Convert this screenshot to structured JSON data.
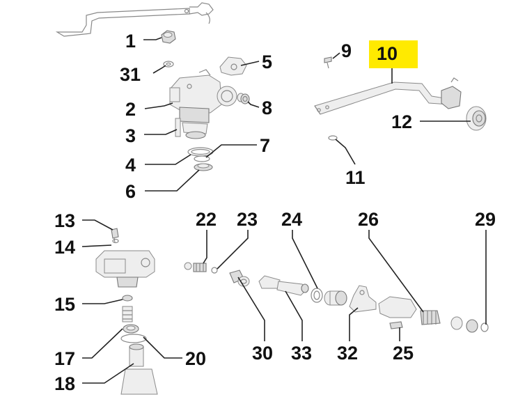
{
  "highlight_color": "#ffea00",
  "callouts": {
    "c1": "1",
    "c2": "2",
    "c3": "3",
    "c4": "4",
    "c5": "5",
    "c6": "6",
    "c7": "7",
    "c8": "8",
    "c9": "9",
    "c10": "10",
    "c11": "11",
    "c12": "12",
    "c13": "13",
    "c14": "14",
    "c15": "15",
    "c17": "17",
    "c18": "18",
    "c20": "20",
    "c22": "22",
    "c23": "23",
    "c24": "24",
    "c25": "25",
    "c26": "26",
    "c29": "29",
    "c30": "30",
    "c31": "31",
    "c32": "32",
    "c33": "33"
  }
}
